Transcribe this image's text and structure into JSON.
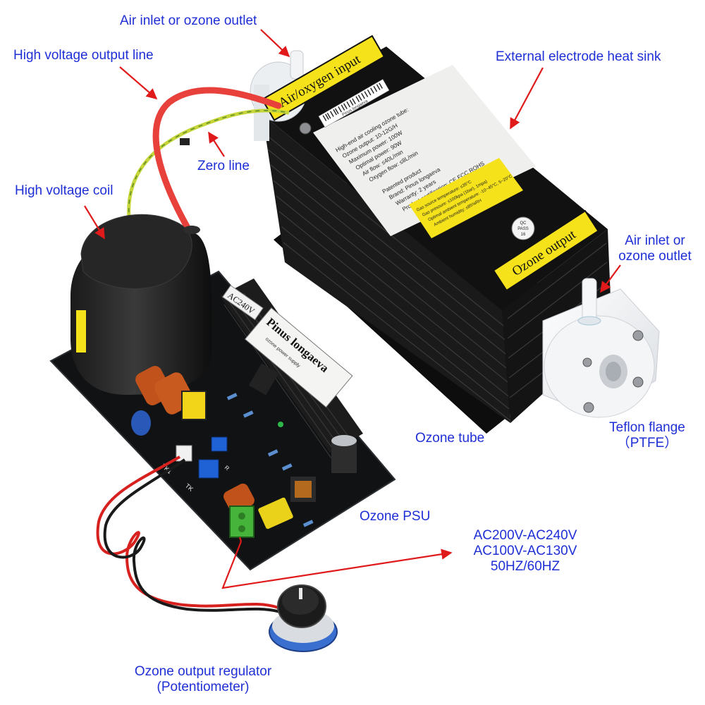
{
  "annotations": {
    "air_inlet_top": "Air inlet or ozone outlet",
    "hv_output_line": "High voltage output line",
    "external_heat_sink": "External electrode heat sink",
    "zero_line": "Zero line",
    "hv_coil": "High voltage coil",
    "air_inlet_right_line1": "Air inlet or",
    "air_inlet_right_line2": "ozone outlet",
    "ozone_tube": "Ozone tube",
    "teflon_flange_line1": "Teflon flange",
    "teflon_flange_line2": "（PTFE）",
    "ozone_psu": "Ozone PSU",
    "ac_line1": "AC200V-AC240V",
    "ac_line2": "AC100V-AC130V",
    "ac_line3": "50HZ/60HZ",
    "regulator_line1": "Ozone output regulator",
    "regulator_line2": "(Potentiometer)"
  },
  "tube_labels": {
    "inlet_sticker": "Air/oxygen input",
    "outlet_sticker": "Ozone output",
    "brand_strip": "Pinus longaeva",
    "spec_lines": [
      "High-end air cooling ozone tube:",
      "Ozone output: 10-12G/H",
      "Maximum power: 100W",
      "Optimal power: 90W",
      "Air flow: ≤40L/min",
      "Oxygen flow: ≤8L/min",
      "Patented product",
      "Brand: Pinus longaeva",
      "Warranty: 2 years",
      "Product certification: CE FCC ROHS"
    ],
    "warning_lines": [
      "Gas source temperature: ≤35°C",
      "Gas pressure: ≤100kpa (1bar), 1mpa)",
      "Optimal ambient temperature: -10~45°C, 5~20°C",
      "Ambient humidity: ≤85%RH"
    ],
    "qc_lines": [
      "QC",
      "PASS",
      "16"
    ]
  },
  "psu_labels": {
    "voltage_tag": "AC240V",
    "brand_plate": "Pinus longaeva",
    "plate_sub": "ozone power supply",
    "silk_tk1": "TK1",
    "silk_tk": "TK",
    "silk_r": "R"
  },
  "colors": {
    "callout_text": "#1f2fd6",
    "arrow": "#e01a1a",
    "sticker_yellow": "#f5e21a",
    "heatsink_black": "#121212",
    "hv_wire_red": "#e8403a",
    "zero_wire_yellow_green": "#c6d53a"
  }
}
